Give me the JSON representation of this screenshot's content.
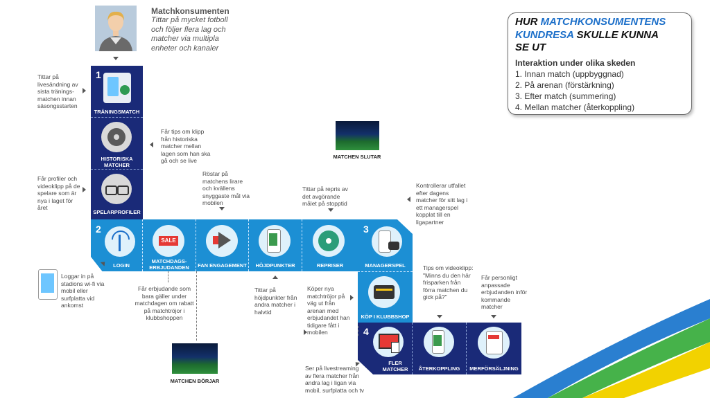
{
  "persona": {
    "name": "Matchkonsumenten",
    "description": "Tittar på mycket fotboll och följer flera lag och matcher via multipla enheter och kanaler"
  },
  "legend": {
    "title_parts": [
      {
        "text": "HUR ",
        "accent": false
      },
      {
        "text": "MATCHKONSUMENTENS KUNDRESA",
        "accent": true
      },
      {
        "text": " SKULLE KUNNA SE UT",
        "accent": false
      }
    ],
    "title_line1_a": "HUR ",
    "title_line1_b": "MATCHKONSUMENTENS",
    "title_line2_a": "KUNDRESA",
    "title_line2_b": " SKULLE KUNNA",
    "title_line3": "SE UT",
    "subtitle": "Interaktion under olika skeden",
    "items": [
      "1.  Innan match (uppbyggnad)",
      "2.  På arenan (förstärkning)",
      "3.  Efter match (summering)",
      "4.  Mellan matcher (återkoppling)"
    ]
  },
  "stages": {
    "s1": "1",
    "s2": "2",
    "s3": "3",
    "s4": "4"
  },
  "tiles": {
    "traningsmatch": "TRÄNINGSMATCH",
    "historiska": "HISTORISKA MATCHER",
    "spelarprofiler": "SPELARPROFILER",
    "login": "LOGIN",
    "matchdags": "MATCHDAGS-ERBJUDANDEN",
    "fan": "FAN ENGAGEMENT",
    "hojdpunkter": "HÖJDPUNKTER",
    "repriser": "REPRISER",
    "managerspel": "MANAGERSPEL",
    "kop": "KÖP I KLUBBSHOP",
    "fler": "FLER MATCHER",
    "aterkoppling": "ÅTERKOPPLING",
    "merforsaljning": "MERFÖRSÄLJNING"
  },
  "sale_text": "SALE",
  "notes": {
    "traning": "Tittar på livesändning av sista tränings-matchen innan säsongsstarten",
    "historiska": "Får tips om klipp från historiska matcher mellan lagen som han ska gå och se live",
    "profiler": "Får profiler och videoklipp på de spelare som är nya i laget för året",
    "rostar": "Röstar på matchens lirare och kvällens snyggaste mål via mobilen",
    "repris": "Tittar på repris av det avgörande målet på stopptid",
    "kontrollerar": "Kontrollerar utfallet efter dagens matcher för sitt lag i ett managerspel kopplat till en ligapartner",
    "loggar": "Loggar in på stadions wi-fi via mobil eller surfplatta vid ankomst",
    "erbjudande": "Får erbjudande som bara gäller under matchdagen om rabatt på matchtröjor i klubbshoppen",
    "hojdpunkt": "Tittar på höjdpunkter från andra matcher i halvtid",
    "koper": "Köper nya matchtröjor på väg ut från arenan med erbjudandet han tidigare fått i mobilen",
    "tips": "Tips om videoklipp: \"Minns du den här frisparken från förra matchen du gick på?\"",
    "personligt": "Får personligt anpassade erbjudanden inför kommande matcher",
    "livestream": "Ser på livestreaming av flera matcher från andra lag i ligan via mobil, surfplatta och tv"
  },
  "stadiums": {
    "slutar": "MATCHEN SLUTAR",
    "borjar": "MATCHEN BÖRJAR"
  },
  "colors": {
    "dark_tile": "#1a2a78",
    "blue_tile": "#1c8fd4",
    "accent_text": "#1c6fc9"
  }
}
